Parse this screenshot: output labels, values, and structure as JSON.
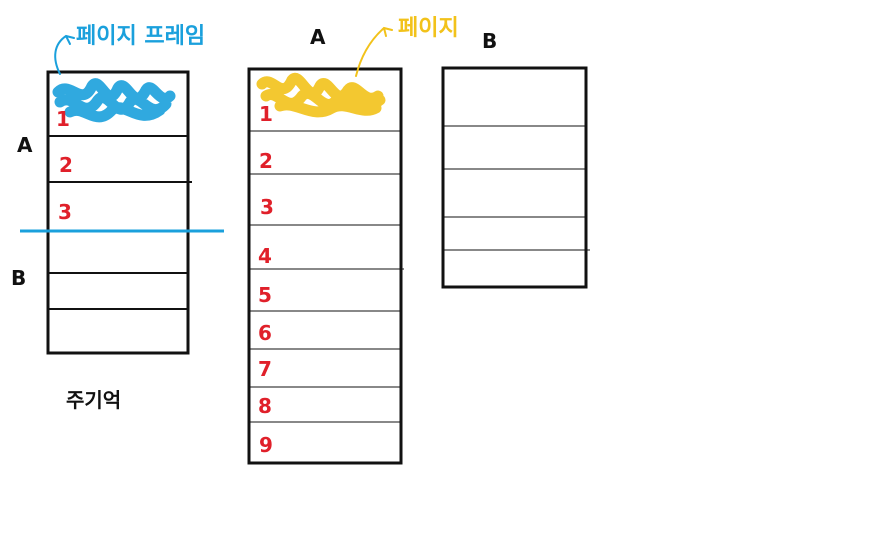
{
  "colors": {
    "outline": "#111111",
    "frame_accent": "#1aa0dc",
    "page_accent": "#f2c21a",
    "number": "#e0202a"
  },
  "main_memory": {
    "caption": "주기억",
    "frame_label": "페이지 프레임",
    "process_a_label": "A",
    "process_b_label": "B",
    "slots": [
      "1",
      "2",
      "3",
      "",
      "",
      ""
    ]
  },
  "process_a": {
    "title": "A",
    "page_label": "페이지",
    "pages": [
      "1",
      "2",
      "3",
      "4",
      "5",
      "6",
      "7",
      "8",
      "9"
    ]
  },
  "process_b": {
    "title": "B",
    "pages": [
      "",
      "",
      "",
      "",
      ""
    ]
  }
}
